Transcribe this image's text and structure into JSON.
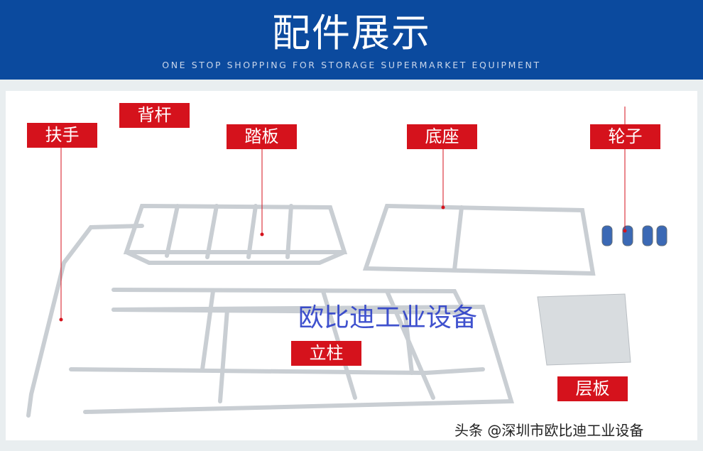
{
  "header": {
    "title": "配件展示",
    "subtitle": "ONE STOP SHOPPING FOR STORAGE SUPERMARKET EQUIPMENT",
    "background": "#0b4a9e"
  },
  "labels": {
    "back_bar": "背杆",
    "handrail": "扶手",
    "step": "踏板",
    "base": "底座",
    "wheel": "轮子",
    "column": "立柱",
    "shelf": "层板",
    "color": "#d5121c"
  },
  "watermark": "欧比迪工业设备",
  "credit": "头条 @深圳市欧比迪工业设备"
}
